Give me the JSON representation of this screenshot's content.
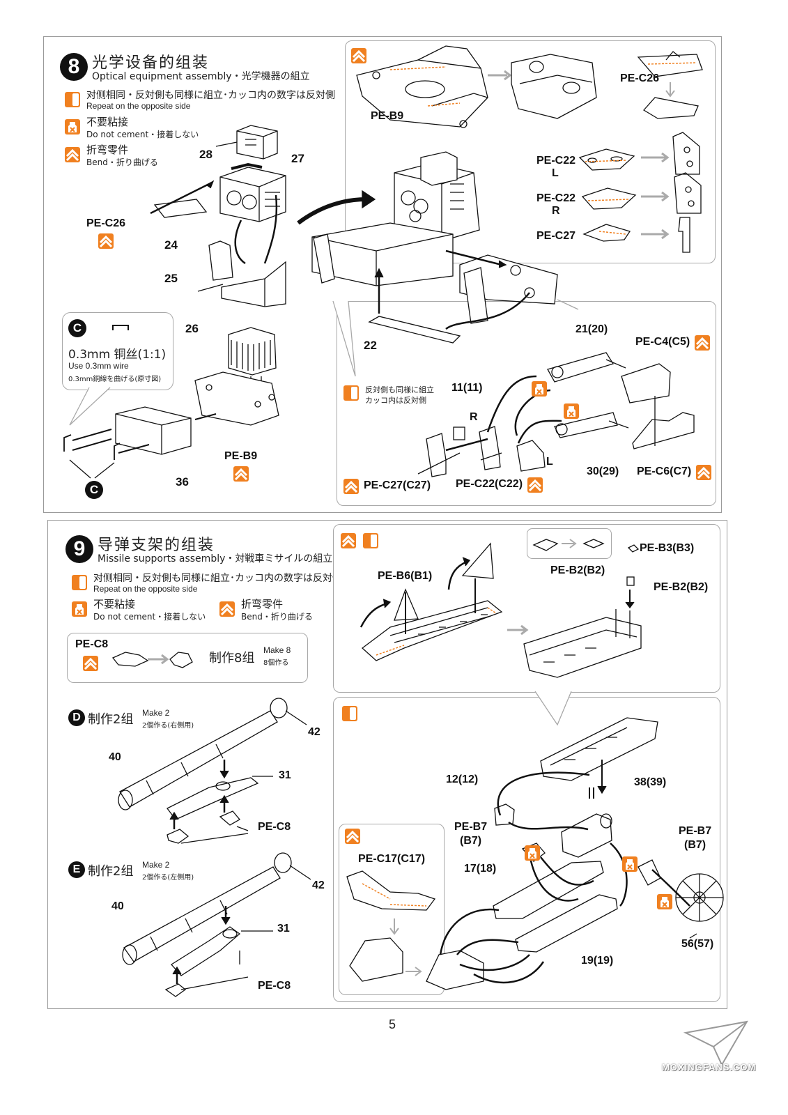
{
  "colors": {
    "accent": "#f08020",
    "line": "#111111",
    "frame": "#9a9a9a"
  },
  "icons": {
    "repeat": "repeat-opposite-icon",
    "no_cement": "no-cement-icon",
    "bend": "bend-icon"
  },
  "step8": {
    "number": "8",
    "title_zh": "光学设备的组装",
    "title_en": "Optical equipment assembly・光学機器の組立",
    "legend_repeat_zh": "对侧相同・反対側も同様に組立･カッコ内の数字は反対側",
    "legend_repeat_en": "Repeat on the opposite side",
    "legend_nocement_zh": "不要粘接",
    "legend_nocement_en": "Do not cement・接着しない",
    "legend_bend_zh": "折弯零件",
    "legend_bend_en": "Bend・折り曲げる",
    "callout_letter": "C",
    "callout_wire_zh": "0.3mm 铜丝(1:1)",
    "callout_wire_en": "Use 0.3mm wire",
    "callout_wire_jp": "0.3mm銅線を曲げる(原寸図)",
    "callout_bottom_letter": "C",
    "sub_note_jp1": "反対側も同様に組立",
    "sub_note_jp2": "カッコ内は反対側",
    "labels": {
      "pe_b9_top": "PE-B9",
      "pe_c26_top": "PE-C26",
      "pe_c22_l": "PE-C22",
      "pe_c22_l_side": "L",
      "pe_c22_r": "PE-C22",
      "pe_c22_r_side": "R",
      "pe_c27_top": "PE-C27",
      "p28": "28",
      "p27": "27",
      "pe_c26_left": "PE-C26",
      "p24": "24",
      "p25": "25",
      "p26": "26",
      "pe_b9_bottom": "PE-B9",
      "p36": "36",
      "p22": "22",
      "p21": "21(20)",
      "pe_c4": "PE-C4(C5)",
      "p11": "11(11)",
      "r_mark": "R",
      "l_mark": "L",
      "p30": "30(29)",
      "pe_c6": "PE-C6(C7)",
      "pe_c27_bottom": "PE-C27(C27)",
      "pe_c22_bottom": "PE-C22(C22)"
    }
  },
  "step9": {
    "number": "9",
    "title_zh": "导弹支架的组装",
    "title_en": "Missile supports assembly・対戦車ミサイルの組立",
    "legend_repeat_zh": "对侧相同・反対側も同様に組立･カッコ内の数字は反対側",
    "legend_repeat_en": "Repeat on the opposite side",
    "legend_nocement_zh": "不要粘接",
    "legend_nocement_en": "Do not cement・接着しない",
    "legend_bend_zh": "折弯零件",
    "legend_bend_en": "Bend・折り曲げる",
    "make8_part": "PE-C8",
    "make8_zh": "制作8组",
    "make8_en": "Make 8",
    "make8_jp": "8個作る",
    "d_letter": "D",
    "d_zh": "制作2组",
    "d_en": "Make 2",
    "d_jp": "2個作る(右側用)",
    "e_letter": "E",
    "e_zh": "制作2组",
    "e_en": "Make 2",
    "e_jp": "2個作る(左側用)",
    "labels": {
      "d42": "42",
      "d40": "40",
      "d31": "31",
      "d_pec8": "PE-C8",
      "e42": "42",
      "e40": "40",
      "e31": "31",
      "e_pec8": "PE-C8",
      "pe_b6": "PE-B6(B1)",
      "pe_b3": "PE-B3(B3)",
      "pe_b2_a": "PE-B2(B2)",
      "pe_b2_b": "PE-B2(B2)",
      "p12": "12(12)",
      "p38": "38(39)",
      "pe_b7_a": "PE-B7",
      "pe_b7_a_sub": "(B7)",
      "pe_b7_b": "PE-B7",
      "pe_b7_b_sub": "(B7)",
      "pe_c17": "PE-C17(C17)",
      "p17": "17(18)",
      "p56": "56(57)",
      "p19": "19(19)"
    }
  },
  "page_number": "5",
  "watermark": "MOXINGFANS.COM"
}
